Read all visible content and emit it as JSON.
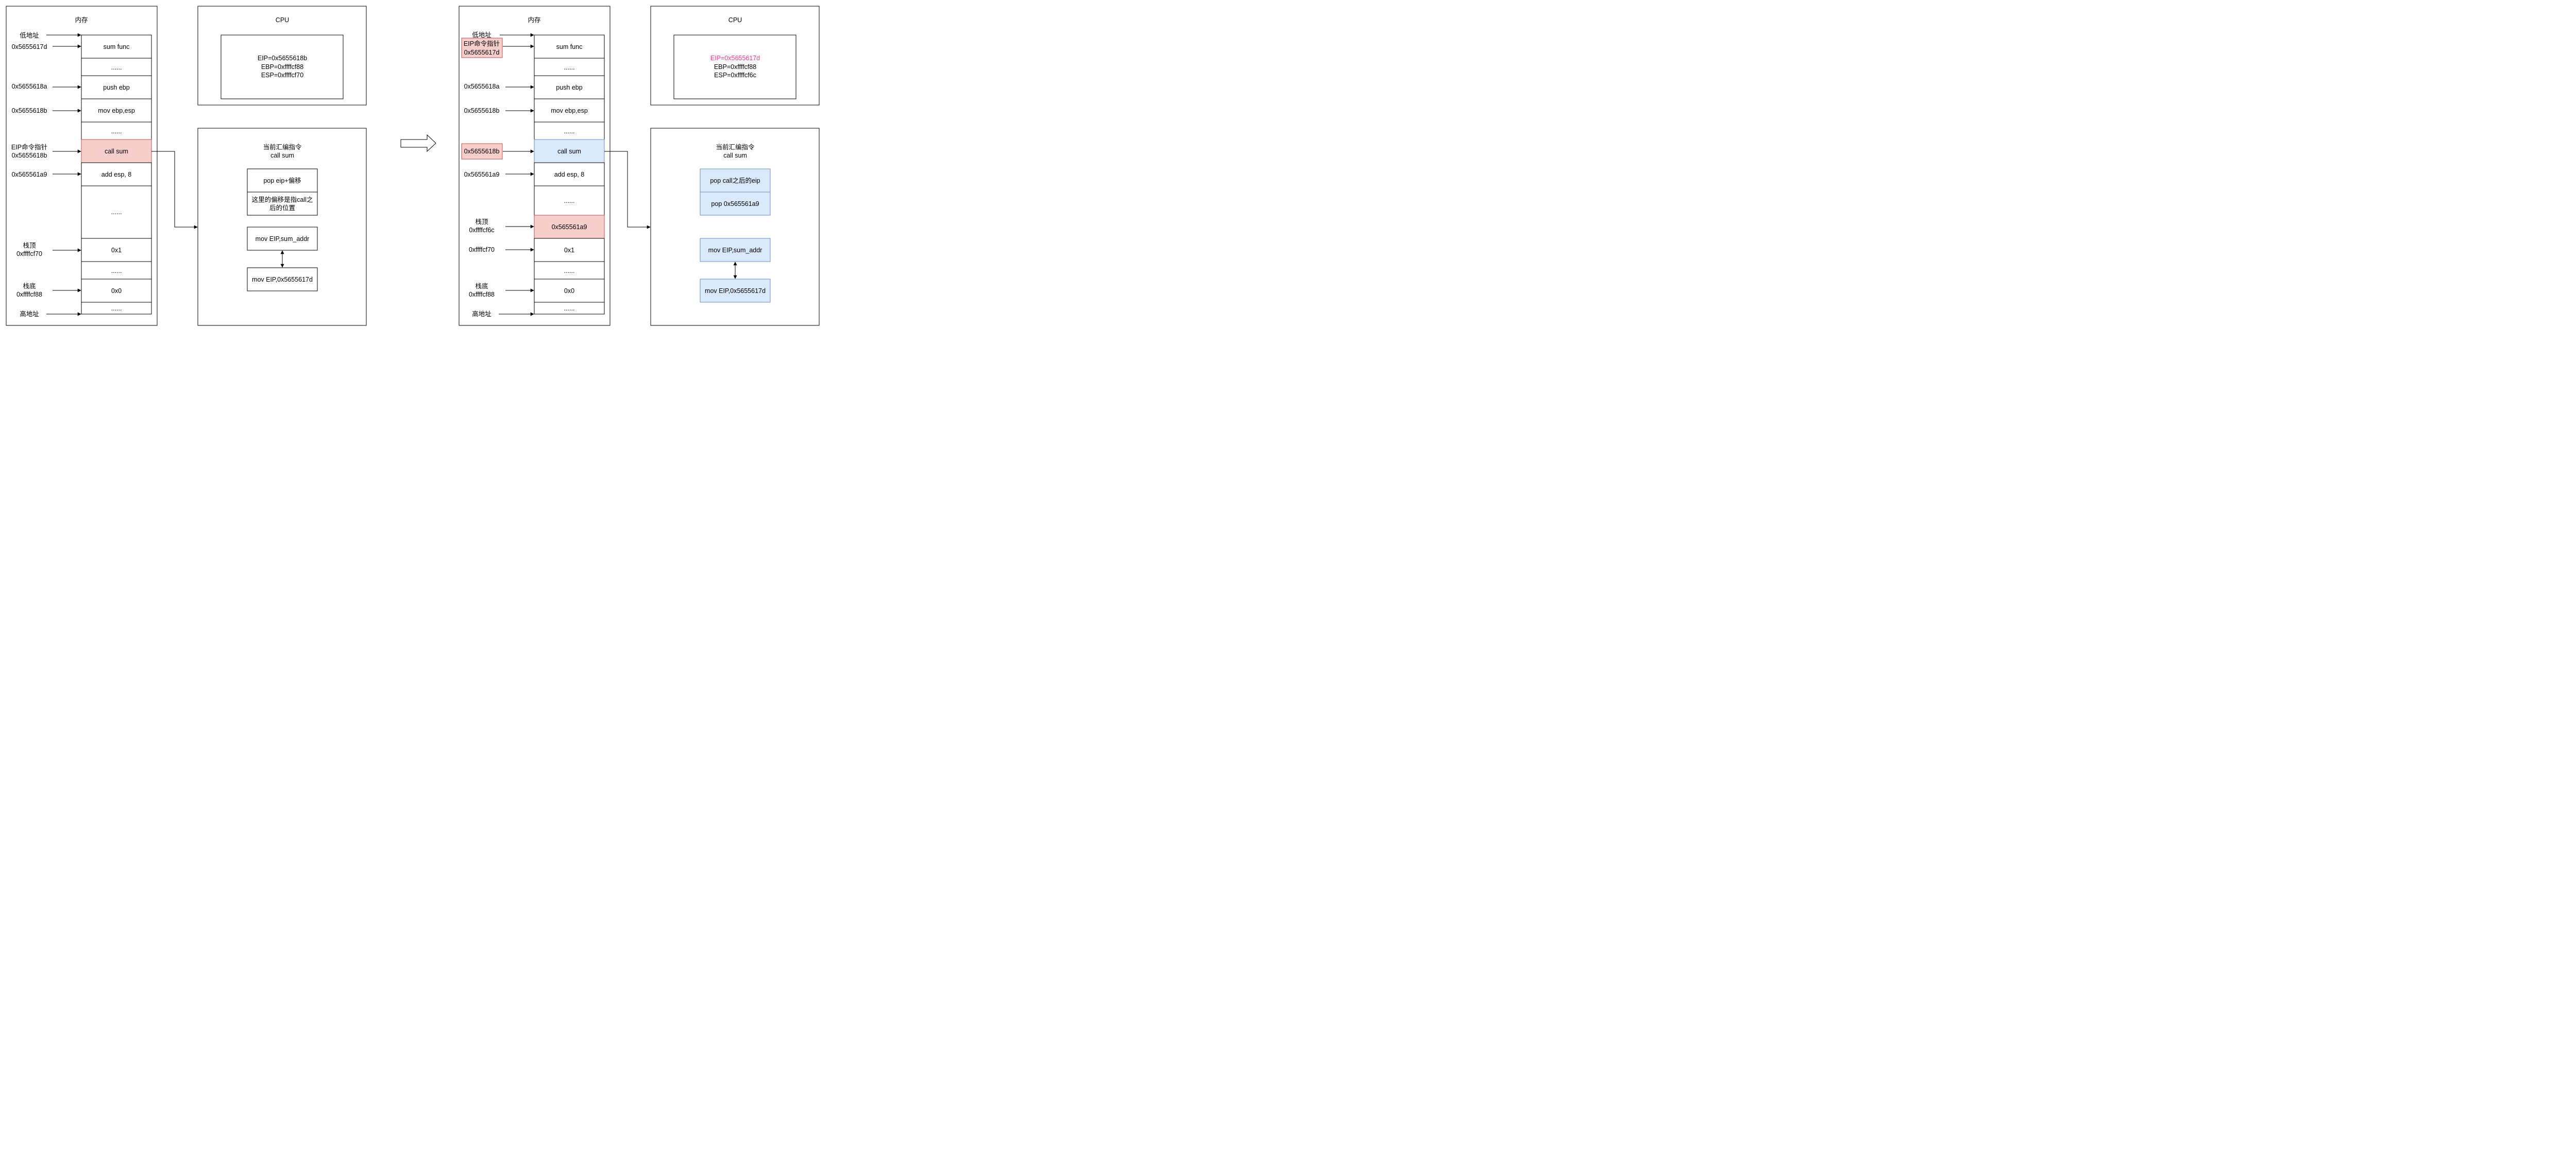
{
  "left": {
    "memory_title": "内存",
    "cpu_title": "CPU",
    "cells": [
      "sum func",
      "......",
      "push ebp",
      "mov ebp,esp",
      "......",
      "call sum",
      "add  esp, 8",
      "......",
      "0x1",
      "......",
      "0x0",
      "......"
    ],
    "labels": {
      "low_addr": "低地址",
      "a1": "0x5655617d",
      "a2": "0x5655618a",
      "a3": "0x5655618b",
      "eip_line1": "EIP命令指针",
      "eip_line2": "0x5655618b",
      "a5": "0x565561a9",
      "top_line1": "栈顶",
      "top_line2": "0xffffcf70",
      "bottom_line1": "栈底",
      "bottom_line2": "0xffffcf88",
      "high_addr": "高地址"
    },
    "regs": [
      "EIP=0x5655618b",
      "EBP=0xffffcf88",
      "ESP=0xffffcf70"
    ],
    "current_title": "当前汇编指令",
    "current_instr": "call sum",
    "inner": {
      "pop_cell": "pop eip+偏移",
      "note_line1": "这里的偏移是指call之",
      "note_line2": "后的位置",
      "mov1": "mov EIP,sum_addr",
      "mov2": "mov EIP,0x5655617d"
    }
  },
  "right": {
    "memory_title": "内存",
    "cpu_title": "CPU",
    "cells": [
      "sum func",
      "......",
      "push ebp",
      "mov ebp,esp",
      "......",
      "call sum",
      "add  esp, 8",
      "......",
      "0x565561a9",
      "0x1",
      "......",
      "0x0",
      "......"
    ],
    "labels": {
      "low_addr": "低地址",
      "eip_line1": "EIP命令指针",
      "eip_line2": "0x5655617d",
      "a2": "0x5655618a",
      "a3": "0x5655618b",
      "a4": "0x5655618b",
      "a5": "0x565561a9",
      "top_line1": "栈顶",
      "top_line2": "0xffffcf6c",
      "a7": "0xffffcf70",
      "bottom_line1": "栈底",
      "bottom_line2": "0xffffcf88",
      "high_addr": "高地址"
    },
    "regs": [
      "EIP=0x5655617d",
      "EBP=0xffffcf88",
      "ESP=0xffffcf6c"
    ],
    "current_title": "当前汇编指令",
    "current_instr": "call sum",
    "inner": {
      "pop_cell1": "pop call之后的eip",
      "pop_cell2": "pop 0x565561a9",
      "mov1": "mov EIP,sum_addr",
      "mov2": "mov EIP,0x5655617d"
    }
  },
  "colors": {
    "highlight_red_fill": "#f8cecc",
    "highlight_red_stroke": "#b85450",
    "highlight_blue_fill": "#dae8fc",
    "highlight_blue_stroke": "#6c8ebf",
    "eip_changed_text": "#ff3399"
  }
}
